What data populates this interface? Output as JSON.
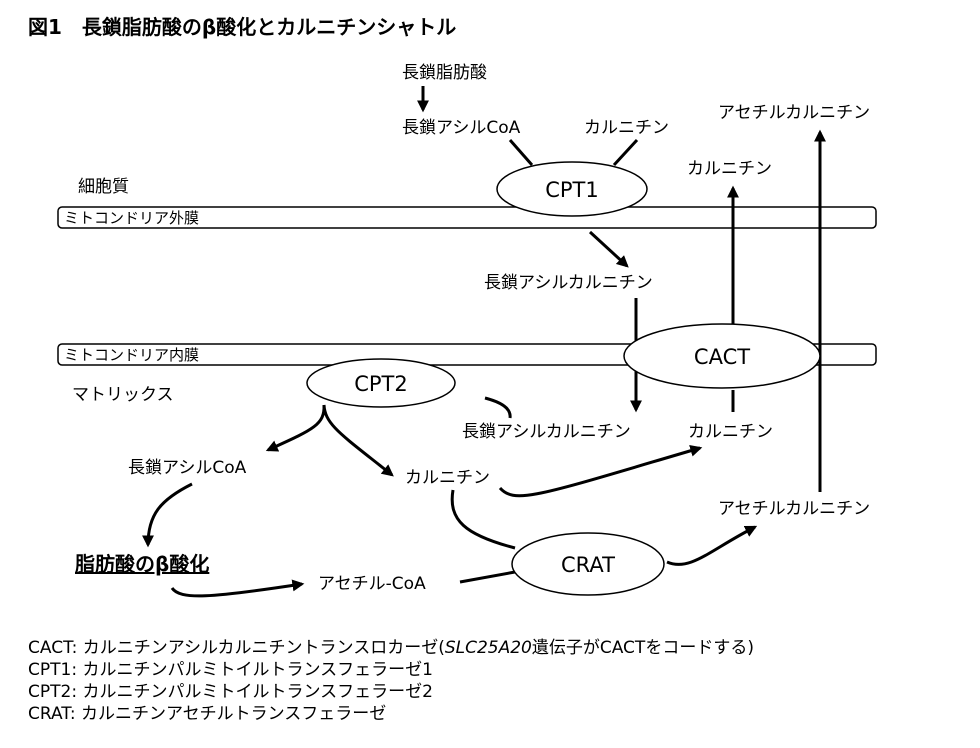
{
  "title": "図1　長鎖脂肪酸のβ酸化とカルニチンシャトル",
  "regions": {
    "cytoplasm": "細胞質",
    "outer_membrane": "ミトコンドリア外膜",
    "inner_membrane": "ミトコンドリア内膜",
    "matrix": "マトリックス"
  },
  "enzymes": {
    "cpt1": "CPT1",
    "cpt2": "CPT2",
    "cact": "CACT",
    "crat": "CRAT"
  },
  "molecules": {
    "lcfa": "長鎖脂肪酸",
    "lc_acyl_coa_top": "長鎖アシルCoA",
    "carnitine_top": "カルニチン",
    "acetylcarnitine_top": "アセチルカルニチン",
    "carnitine_out": "カルニチン",
    "lc_acylcarnitine_mid": "長鎖アシルカルニチン",
    "lc_acylcarnitine_matrix": "長鎖アシルカルニチン",
    "carnitine_matrix_right": "カルニチン",
    "lc_acyl_coa_matrix": "長鎖アシルCoA",
    "carnitine_matrix": "カルニチン",
    "acetylcarnitine_matrix": "アセチルカルニチン",
    "beta_oxidation": "脂肪酸のβ酸化",
    "acetyl_coa": "アセチル-CoA"
  },
  "legend": {
    "cact_prefix": "CACT: カルニチンアシルカルニチントランスロカーゼ(",
    "cact_gene": "SLC25A20",
    "cact_suffix": "遺伝子がCACTをコードする)",
    "cpt1": "CPT1: カルニチンパルミトイルトランスフェラーゼ1",
    "cpt2": "CPT2: カルニチンパルミトイルトランスフェラーゼ2",
    "crat": "CRAT: カルニチンアセチルトランスフェラーゼ"
  }
}
